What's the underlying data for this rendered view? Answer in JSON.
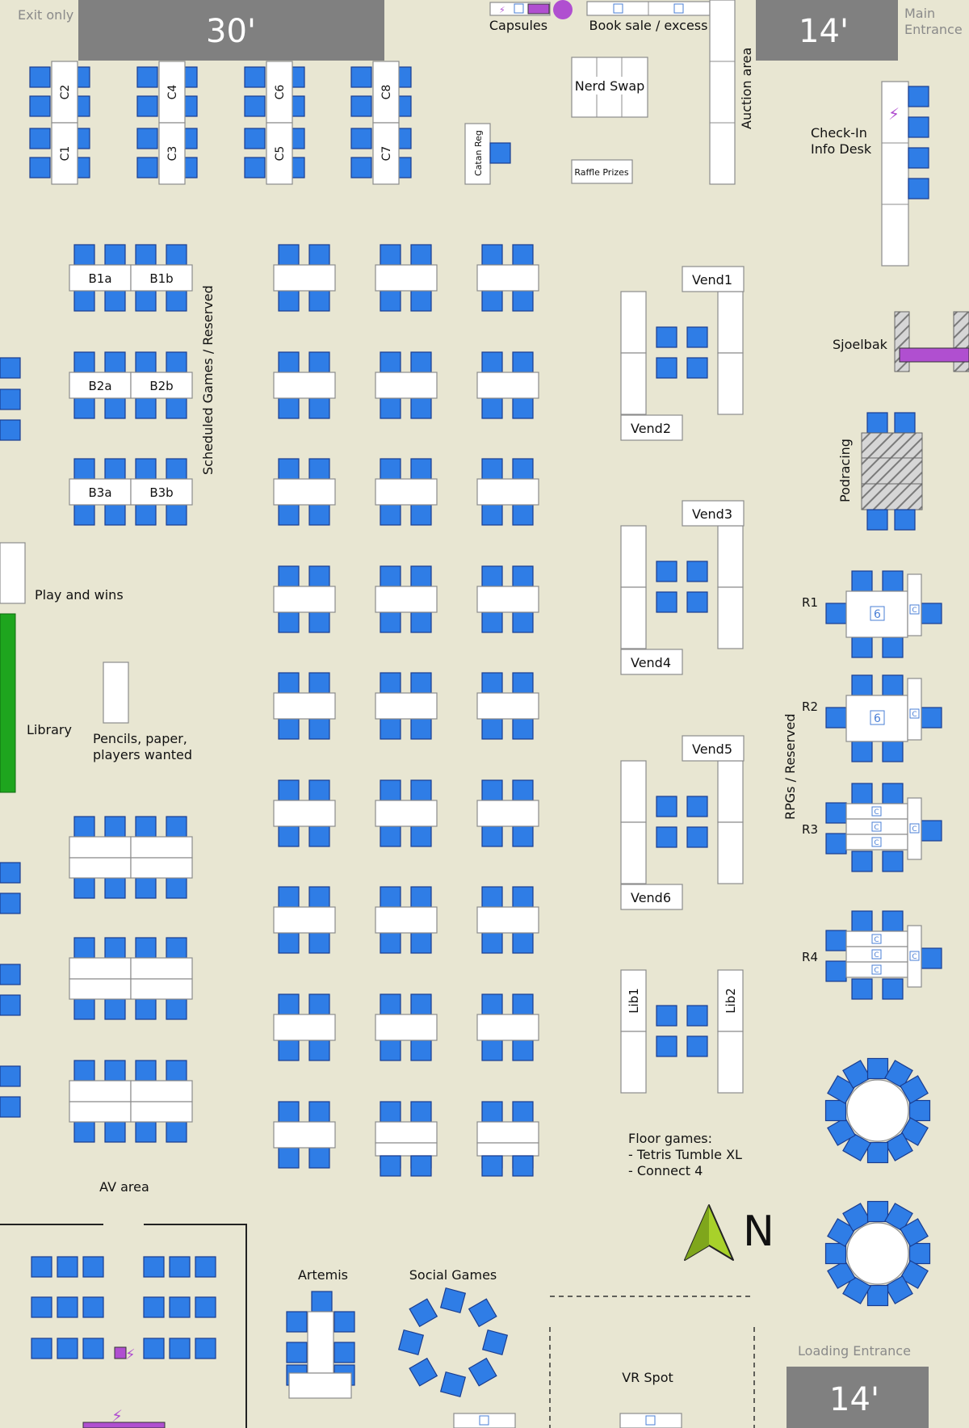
{
  "labels": {
    "exit_only": "Exit only",
    "door_top_left": "30'",
    "capsules": "Capsules",
    "book_sale": "Book sale / excess",
    "door_top_right": "14'",
    "main_entrance_line1": "Main",
    "main_entrance_line2": "Entrance",
    "nerd_swap": "Nerd Swap",
    "auction_area": "Auction area",
    "catan_reg": "Catan Reg",
    "raffle_prizes": "Raffle Prizes",
    "checkin_line1": "Check-In",
    "checkin_line2": "Info Desk",
    "scheduled_games": "Scheduled Games / Reserved",
    "sjoelbak": "Sjoelbak",
    "podracing": "Podracing",
    "play_and_wins": "Play and wins",
    "library": "Library",
    "pencils_line1": "Pencils, paper,",
    "pencils_line2": "players wanted",
    "rpgs_reserved": "RPGs / Reserved",
    "floor_games_line1": "Floor games:",
    "floor_games_line2": "- Tetris Tumble XL",
    "floor_games_line3": "- Connect 4",
    "av_area": "AV area",
    "artemis": "Artemis",
    "social_games": "Social Games",
    "vr_spot": "VR Spot",
    "loading_entrance": "Loading Entrance",
    "door_bottom_right": "14'",
    "north": "N"
  },
  "tables": {
    "c": [
      "C1",
      "C2",
      "C3",
      "C4",
      "C5",
      "C6",
      "C7",
      "C8"
    ],
    "b": [
      "B1a",
      "B1b",
      "B2a",
      "B2b",
      "B3a",
      "B3b"
    ],
    "vend": [
      "Vend1",
      "Vend2",
      "Vend3",
      "Vend4",
      "Vend5",
      "Vend6"
    ],
    "lib": [
      "Lib1",
      "Lib2"
    ],
    "rpg": [
      "R1",
      "R2",
      "R3",
      "R4"
    ],
    "rpg_capacity": "6",
    "c_marker": "C"
  },
  "colors": {
    "background": "#e8e6d2",
    "chair": "#2f7de6",
    "table": "#ffffff",
    "door": "#808080",
    "power": "#b04fd0",
    "library": "#1ea51e",
    "arrow": "#a8d12a"
  },
  "icons": {
    "power": "lightning-bolt-icon",
    "north_arrow": "north-arrow-icon",
    "electrical_outlet": "outlet-c-icon"
  }
}
